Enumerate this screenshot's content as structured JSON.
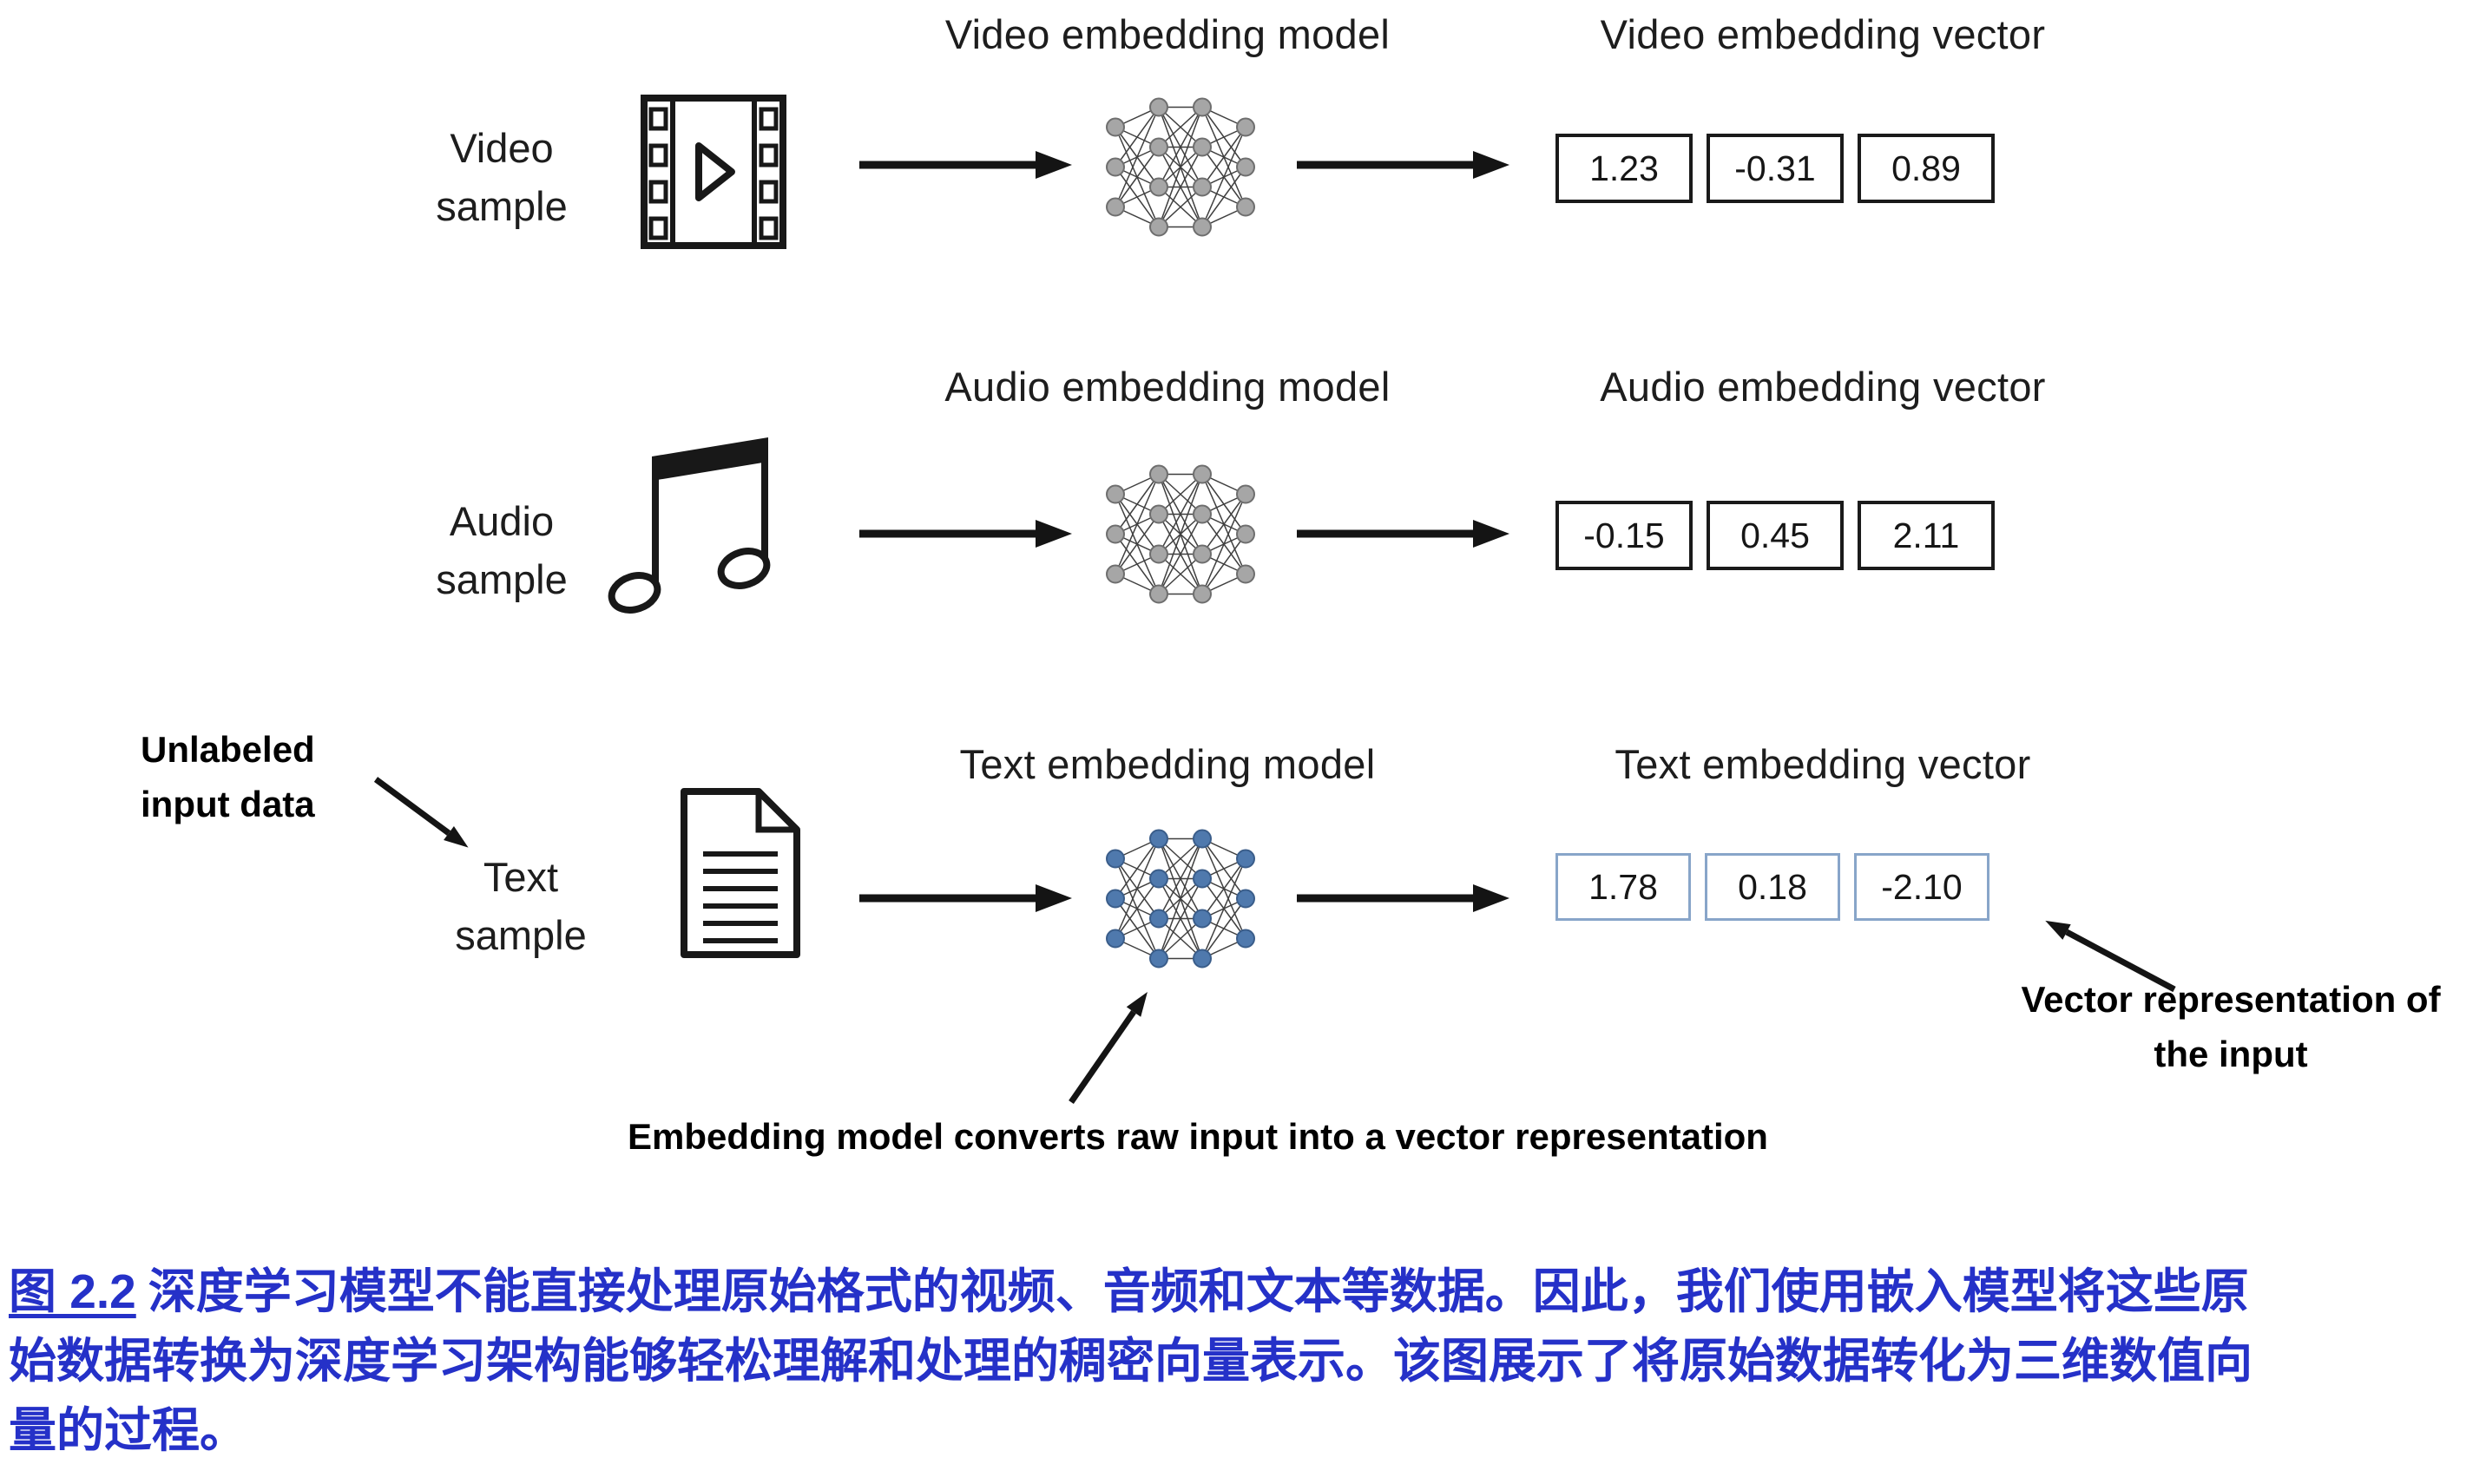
{
  "figure": {
    "rows": [
      {
        "sample_label": "Video sample",
        "model_title": "Video embedding model",
        "vector_title": "Video embedding vector",
        "vector": [
          "1.23",
          "-0.31",
          "0.89"
        ]
      },
      {
        "sample_label": "Audio sample",
        "model_title": "Audio embedding model",
        "vector_title": "Audio embedding vector",
        "vector": [
          "-0.15",
          "0.45",
          "2.11"
        ]
      },
      {
        "sample_label": "Text sample",
        "model_title": "Text embedding model",
        "vector_title": "Text embedding vector",
        "vector": [
          "1.78",
          "0.18",
          "-2.10"
        ]
      }
    ],
    "annotations": {
      "unlabeled_input": "Unlabeled input data",
      "embedding_note": "Embedding model converts raw input into a vector representation",
      "vector_representation": "Vector representation of the input"
    },
    "icons": [
      "film-video-icon",
      "music-note-icon",
      "document-text-icon",
      "neural-network-icon",
      "arrow-right-icon"
    ]
  },
  "caption": {
    "figure_label": "图 2.2",
    "line1_rest": "深度学习模型不能直接处理原始格式的视频、音频和文本等数据。因此，我们使用嵌入模型将这些原",
    "line2": "始数据转换为深度学习架构能够轻松理解和处理的稠密向量表示。该图展示了将原始数据转化为三维数值向",
    "line3": "量的过程。"
  },
  "colors": {
    "nn_gray": "#a6a6a6",
    "nn_gray_stroke": "#6e6e6e",
    "nn_blue": "#4f79ad",
    "nn_blue_stroke": "#3a5d8a",
    "vec_border": "#1a1a1a",
    "vec_border_blue": "#88a5c9",
    "caption_blue": "#2531c8",
    "arrow_black": "#141414"
  }
}
